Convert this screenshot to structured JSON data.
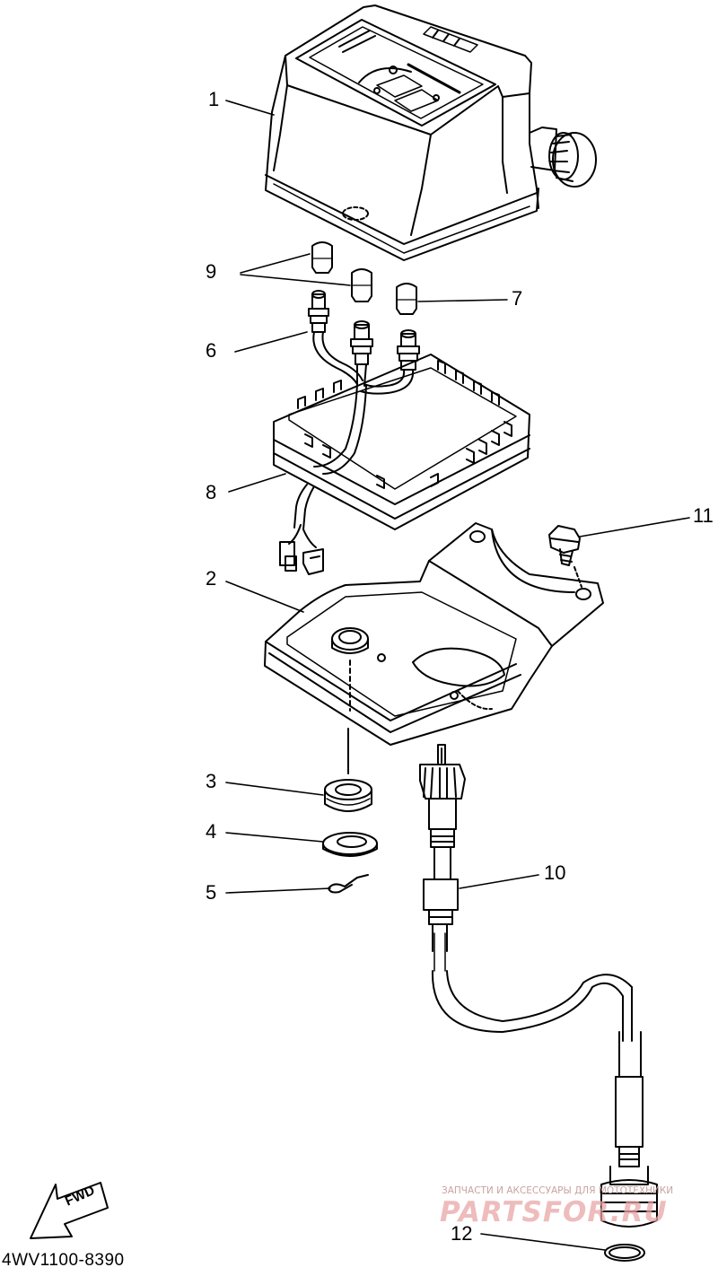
{
  "diagram": {
    "callouts": {
      "c1": "1",
      "c2": "2",
      "c3": "3",
      "c4": "4",
      "c5": "5",
      "c6": "6",
      "c7": "7",
      "c8": "8",
      "c9": "9",
      "c10": "10",
      "c11": "11",
      "c12": "12"
    },
    "fwd_label": "FWD",
    "diagram_code": "4WV1100-8390"
  },
  "watermark": {
    "caption": "ЗАПЧАСТИ И АКСЕССУАРЫ ДЛЯ МОТОТЕХНИКИ",
    "brand": "PARTSFOR.RU"
  },
  "colors": {
    "line": "#000000",
    "background": "#ffffff",
    "watermark": "#e9a6a6"
  }
}
